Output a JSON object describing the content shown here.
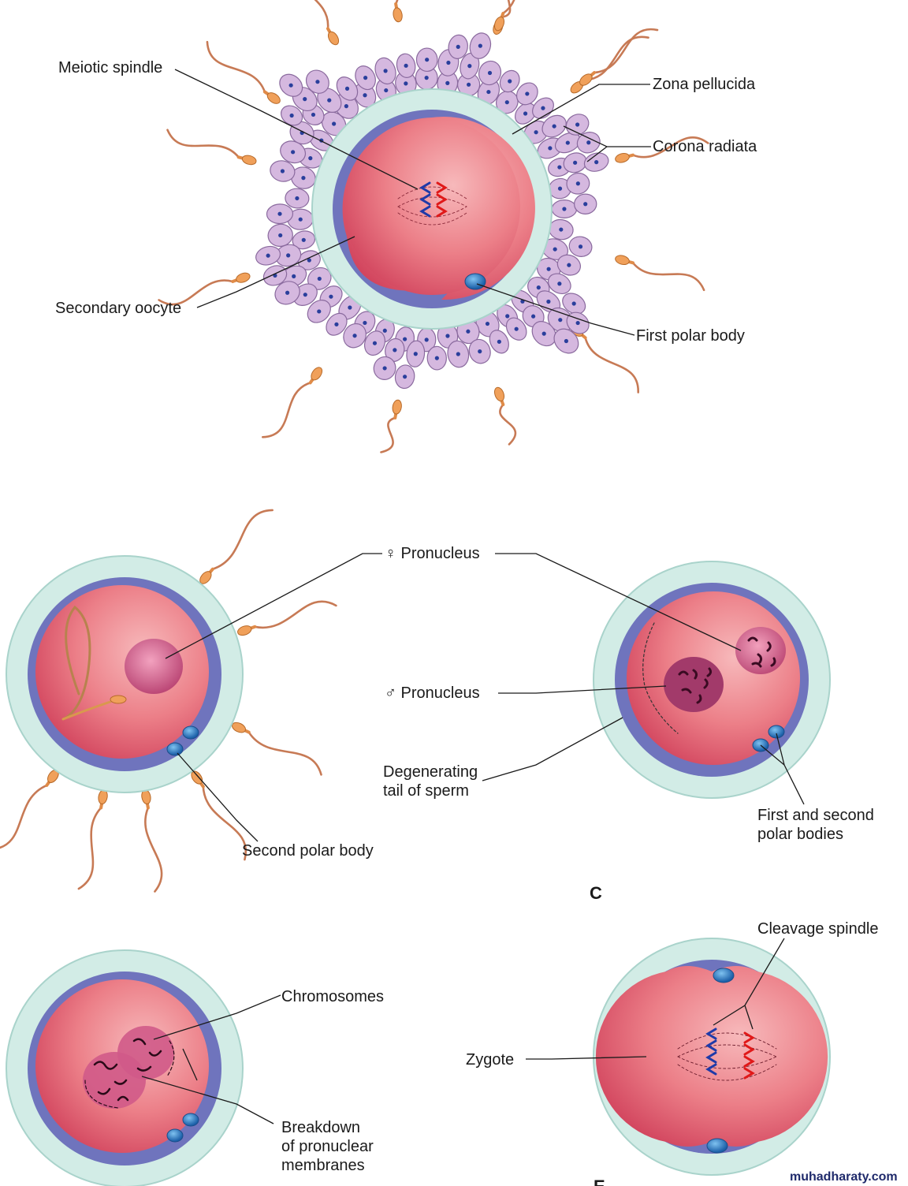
{
  "labels": {
    "meiotic_spindle": "Meiotic spindle",
    "zona_pellucida": "Zona pellucida",
    "corona_radiata": "Corona radiata",
    "secondary_oocyte": "Secondary oocyte",
    "first_polar_body": "First polar body",
    "female_pronucleus": "♀ Pronucleus",
    "male_pronucleus": "♂ Pronucleus",
    "degenerating_tail_1": "Degenerating",
    "degenerating_tail_2": "tail of sperm",
    "second_polar_body": "Second polar body",
    "first_second_polar_1": "First and second",
    "first_second_polar_2": "polar bodies",
    "panel_c": "C",
    "cleavage_spindle": "Cleavage spindle",
    "chromosomes": "Chromosomes",
    "zygote": "Zygote",
    "breakdown_1": "Breakdown",
    "breakdown_2": "of pronuclear",
    "breakdown_3": "membranes",
    "panel_e": "E"
  },
  "watermark": "muhadharaty.com",
  "colors": {
    "zona": "#d2ece6",
    "zona_edge": "#a9d3cb",
    "membrane": "#6f74bd",
    "cytoplasm": "#e8727e",
    "cytoplasm_light": "#f6b3b6",
    "corona_cell": "#d5b8df",
    "corona_edge": "#8a6a9e",
    "nucleus": "#2a3f9c",
    "sperm_head": "#f0a05a",
    "sperm_tail": "#c77a55",
    "pronucleus": "#c0507a",
    "polar_body": "#2e7fc9",
    "chrom_blue": "#1f3aa8",
    "chrom_red": "#e01818"
  }
}
